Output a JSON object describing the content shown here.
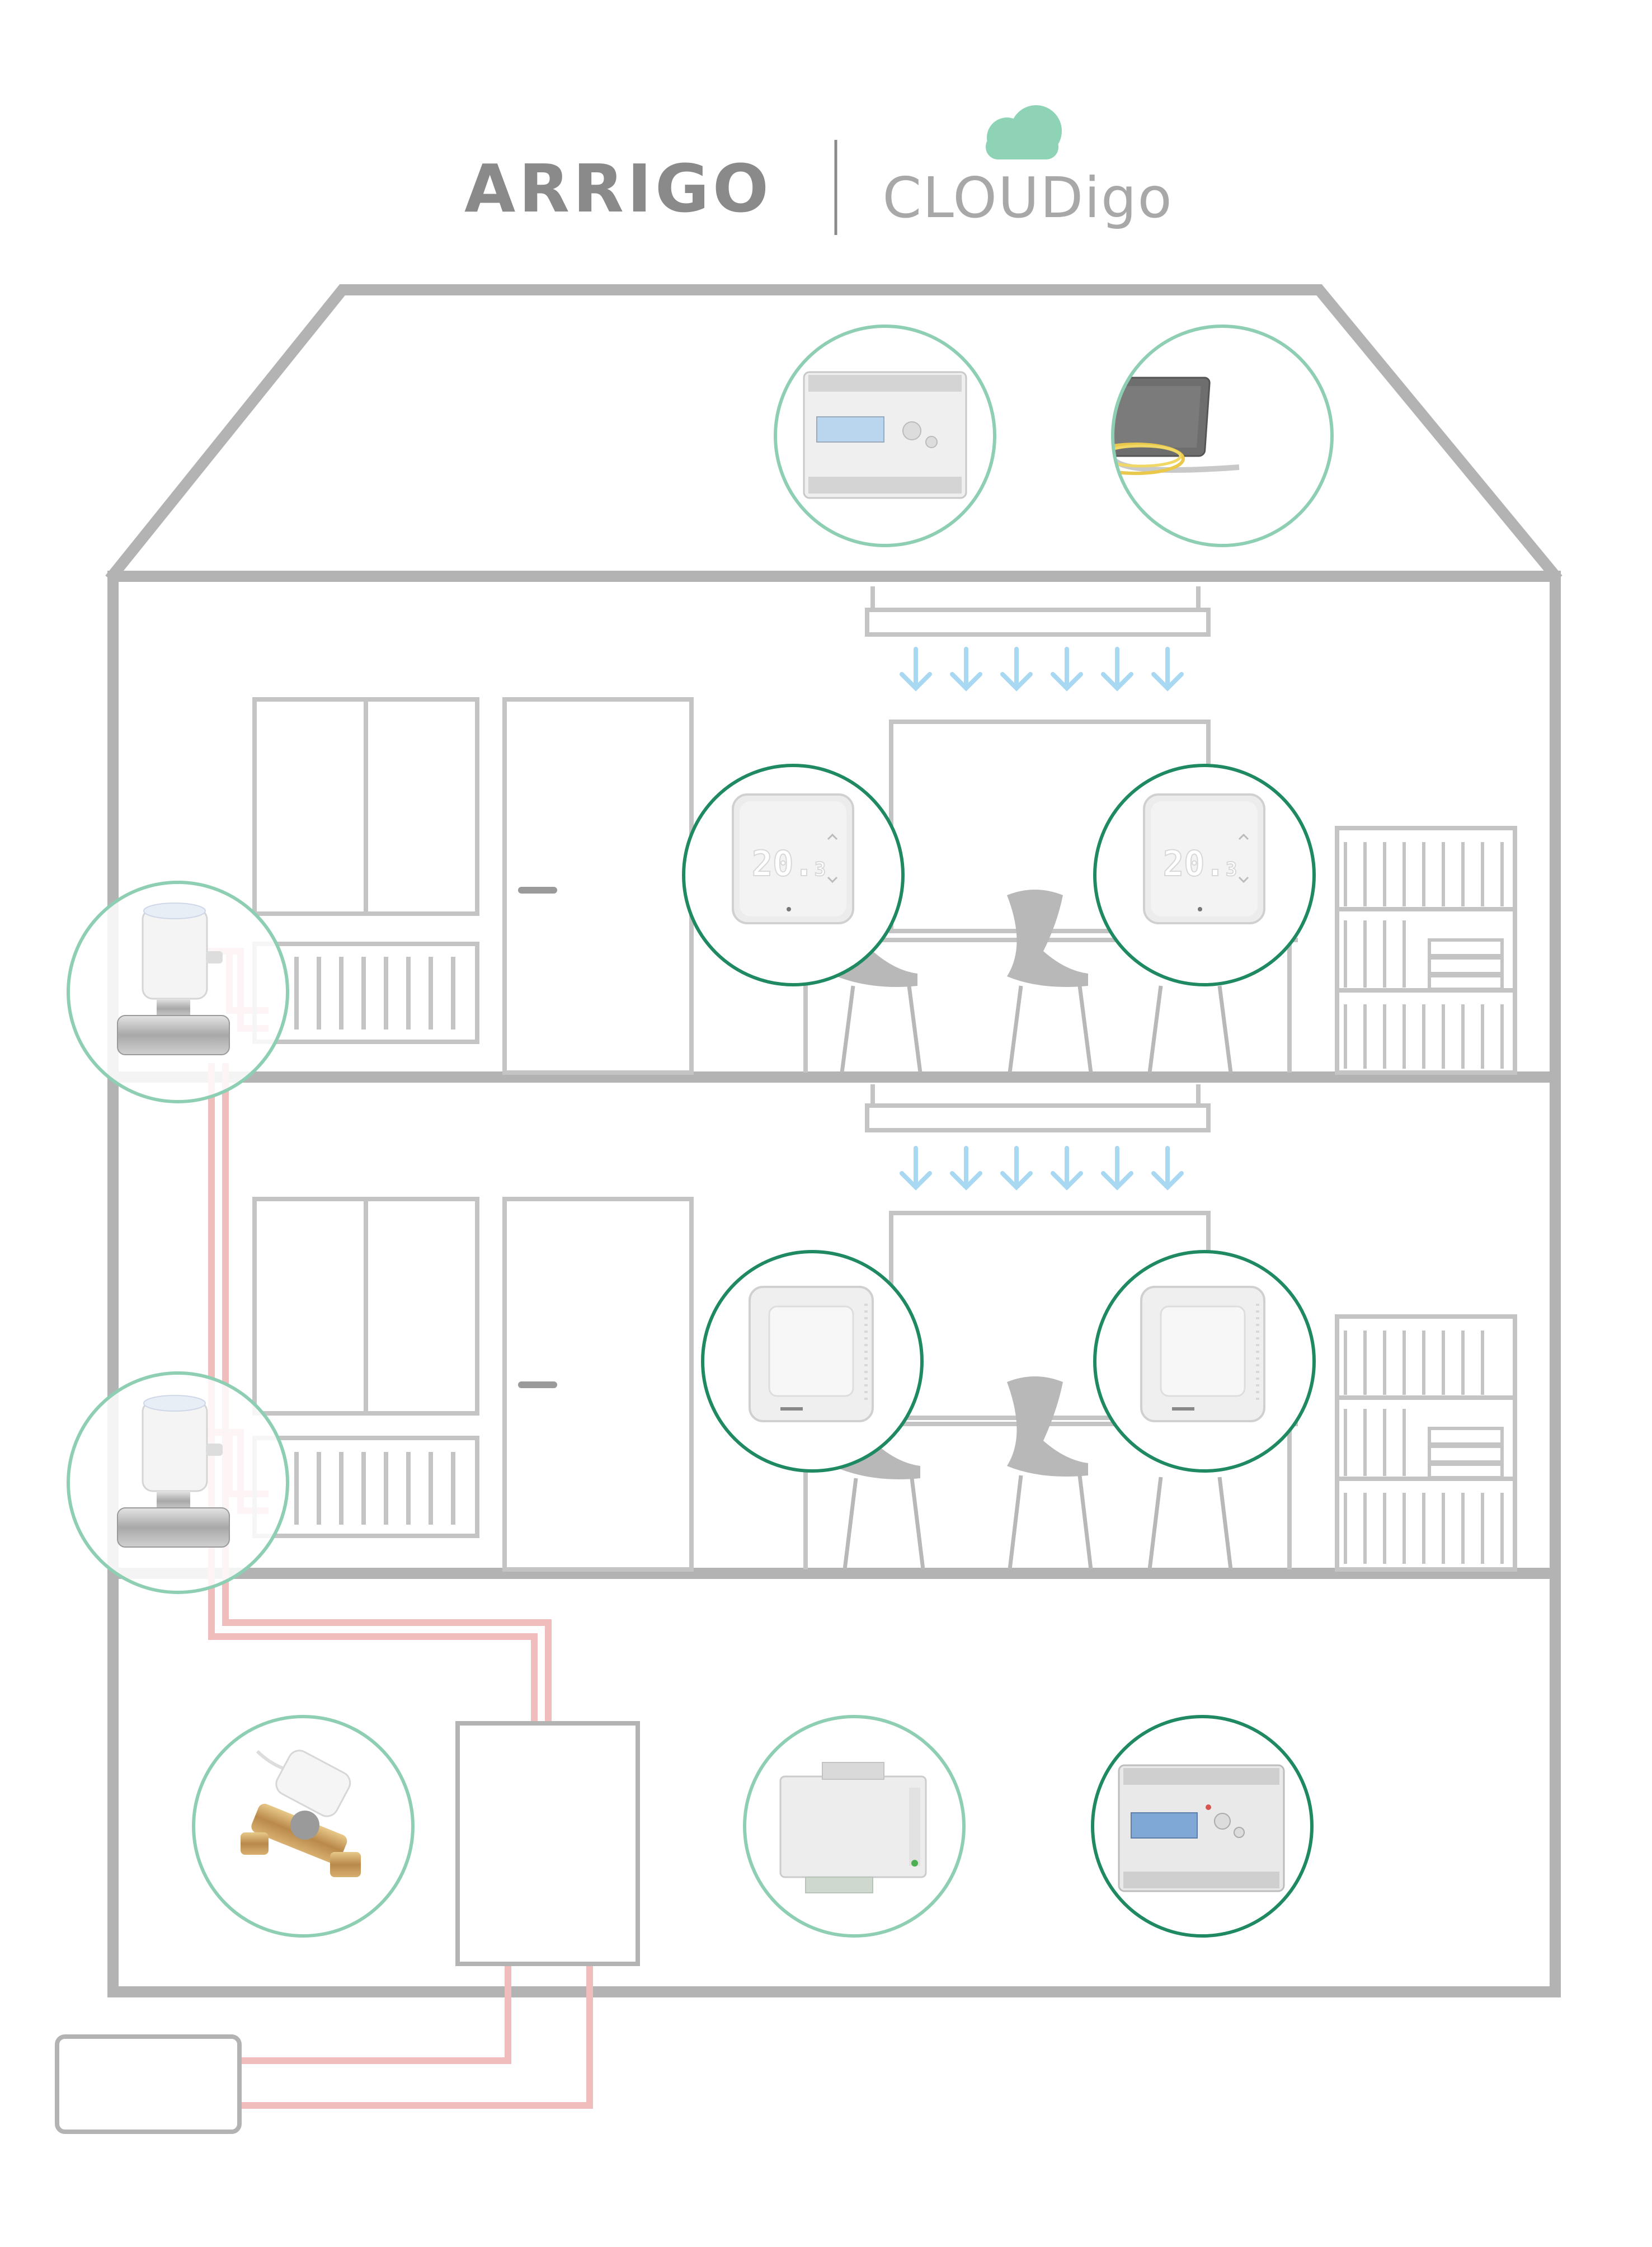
{
  "header": {
    "brand_left": "ARRIGO",
    "brand_right": "CLOUDigo"
  },
  "thermostat_display": {
    "value_main": "20.",
    "value_decimal": "3"
  },
  "colors": {
    "house_outline": "#b3b3b3",
    "furniture_outline": "#c4c4c4",
    "circle_light": "#8ecfb4",
    "circle_dark": "#1f8a62",
    "heating_pipe": "#f0bcbc",
    "airflow_arrow": "#a9d8f2",
    "cloud": "#8fd3b6",
    "chair": "#b8b8b8"
  },
  "devices": {
    "attic": [
      "controller-with-display-icon",
      "touch-panel-icon"
    ],
    "upper_floor": [
      "room-thermostat-icon",
      "room-thermostat-icon",
      "radiator-actuator-icon"
    ],
    "middle_floor": [
      "room-sensor-icon",
      "room-sensor-icon",
      "radiator-actuator-icon"
    ],
    "basement": [
      "balancing-valve-icon",
      "io-module-icon",
      "controller-with-display-icon"
    ]
  }
}
